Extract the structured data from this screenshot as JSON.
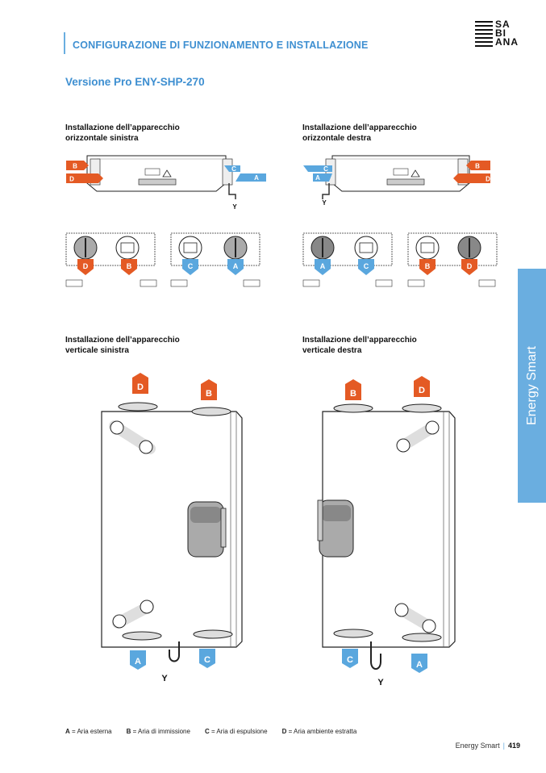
{
  "header": {
    "title": "CONFIGURAZIONE DI FUNZIONAMENTO E INSTALLAZIONE"
  },
  "logo": {
    "lines": [
      "SA",
      "BI",
      "ANA"
    ]
  },
  "subtitle": "Versione Pro ENY-SHP-270",
  "sections": {
    "hor_left": [
      "Installazione dell’apparecchio",
      "orizzontale sinistra"
    ],
    "hor_right": [
      "Installazione dell’apparecchio",
      "orizzontale destra"
    ],
    "ver_left": [
      "Installazione dell’apparecchio",
      "verticale sinistra"
    ],
    "ver_right": [
      "Installazione dell’apparecchio",
      "verticale destra"
    ]
  },
  "markers": {
    "A": "A",
    "B": "B",
    "C": "C",
    "D": "D",
    "Y": "Y"
  },
  "side_tab": "Energy Smart",
  "legend": [
    {
      "key": "A",
      "text": " = Aria esterna"
    },
    {
      "key": "B",
      "text": " = Aria di immissione"
    },
    {
      "key": "C",
      "text": " = Aria di espulsione"
    },
    {
      "key": "D",
      "text": " = Aria ambiente estratta"
    }
  ],
  "footer": {
    "brand": "Energy Smart",
    "page": "419"
  },
  "colors": {
    "blue": "#5aa7de",
    "orange": "#e45a24",
    "accent": "#3e8fd1",
    "tab": "#6aaee0"
  }
}
